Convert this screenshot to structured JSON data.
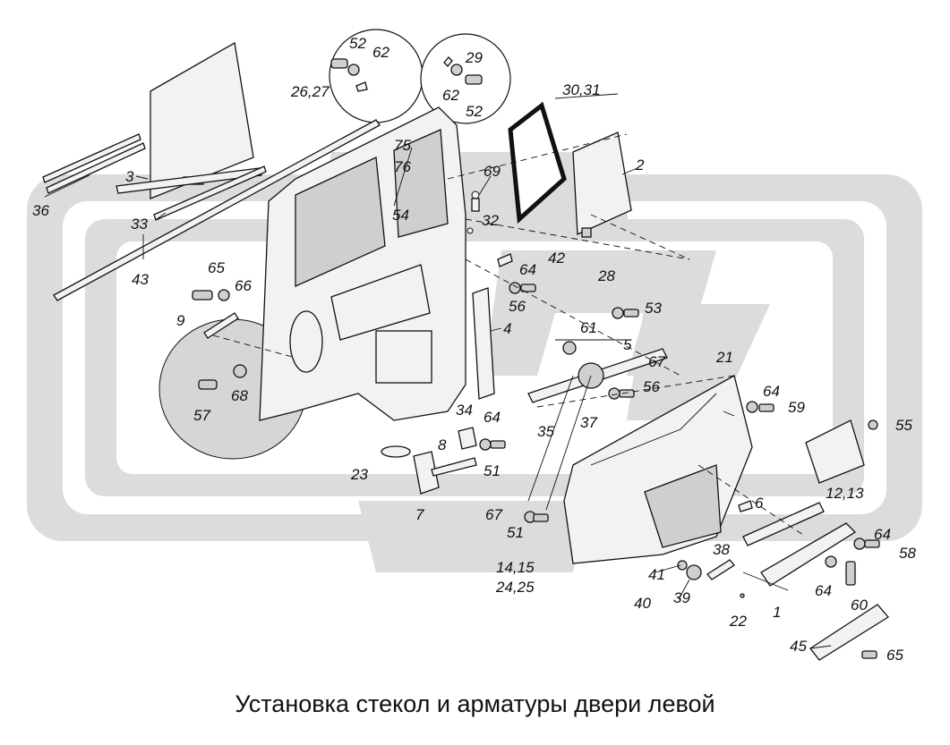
{
  "caption": "Установка стекол и арматуры двери левой",
  "colors": {
    "watermark": "#dcdcdc",
    "ink": "#111111",
    "part_fill": "#f2f2f2"
  },
  "callouts": [
    {
      "id": "c52a",
      "text": "52"
    },
    {
      "id": "c62a",
      "text": "62"
    },
    {
      "id": "c2627",
      "text": "26,27"
    },
    {
      "id": "c29",
      "text": "29"
    },
    {
      "id": "c62b",
      "text": "62"
    },
    {
      "id": "c52b",
      "text": "52"
    },
    {
      "id": "c3031",
      "text": "30,31"
    },
    {
      "id": "c2",
      "text": "2"
    },
    {
      "id": "c75",
      "text": "75"
    },
    {
      "id": "c76",
      "text": "76"
    },
    {
      "id": "c69",
      "text": "69"
    },
    {
      "id": "c54",
      "text": "54"
    },
    {
      "id": "c32",
      "text": "32"
    },
    {
      "id": "c3",
      "text": "3"
    },
    {
      "id": "c36",
      "text": "36"
    },
    {
      "id": "c33",
      "text": "33"
    },
    {
      "id": "c43",
      "text": "43"
    },
    {
      "id": "c42",
      "text": "42"
    },
    {
      "id": "c64a",
      "text": "64"
    },
    {
      "id": "c65a",
      "text": "65"
    },
    {
      "id": "c66",
      "text": "66"
    },
    {
      "id": "c56a",
      "text": "56"
    },
    {
      "id": "c28",
      "text": "28"
    },
    {
      "id": "c53",
      "text": "53"
    },
    {
      "id": "c9",
      "text": "9"
    },
    {
      "id": "c4",
      "text": "4"
    },
    {
      "id": "c61",
      "text": "61"
    },
    {
      "id": "c5",
      "text": "5"
    },
    {
      "id": "c21",
      "text": "21"
    },
    {
      "id": "c67a",
      "text": "67"
    },
    {
      "id": "c56b",
      "text": "56"
    },
    {
      "id": "c64b",
      "text": "64"
    },
    {
      "id": "c59",
      "text": "59"
    },
    {
      "id": "c57",
      "text": "57"
    },
    {
      "id": "c68",
      "text": "68"
    },
    {
      "id": "c34",
      "text": "34"
    },
    {
      "id": "c64c",
      "text": "64"
    },
    {
      "id": "c37",
      "text": "37"
    },
    {
      "id": "c55",
      "text": "55"
    },
    {
      "id": "c35",
      "text": "35"
    },
    {
      "id": "c8",
      "text": "8"
    },
    {
      "id": "c23",
      "text": "23"
    },
    {
      "id": "c51a",
      "text": "51"
    },
    {
      "id": "c1213",
      "text": "12,13"
    },
    {
      "id": "c6",
      "text": "6"
    },
    {
      "id": "c7",
      "text": "7"
    },
    {
      "id": "c67b",
      "text": "67"
    },
    {
      "id": "c51b",
      "text": "51"
    },
    {
      "id": "c64d",
      "text": "64"
    },
    {
      "id": "c58",
      "text": "58"
    },
    {
      "id": "c38",
      "text": "38"
    },
    {
      "id": "c1415",
      "text": "14,15"
    },
    {
      "id": "c2425",
      "text": "24,25"
    },
    {
      "id": "c41",
      "text": "41"
    },
    {
      "id": "c64e",
      "text": "64"
    },
    {
      "id": "c40",
      "text": "40"
    },
    {
      "id": "c39",
      "text": "39"
    },
    {
      "id": "c60",
      "text": "60"
    },
    {
      "id": "c1",
      "text": "1"
    },
    {
      "id": "c22",
      "text": "22"
    },
    {
      "id": "c45",
      "text": "45"
    },
    {
      "id": "c65b",
      "text": "65"
    }
  ]
}
